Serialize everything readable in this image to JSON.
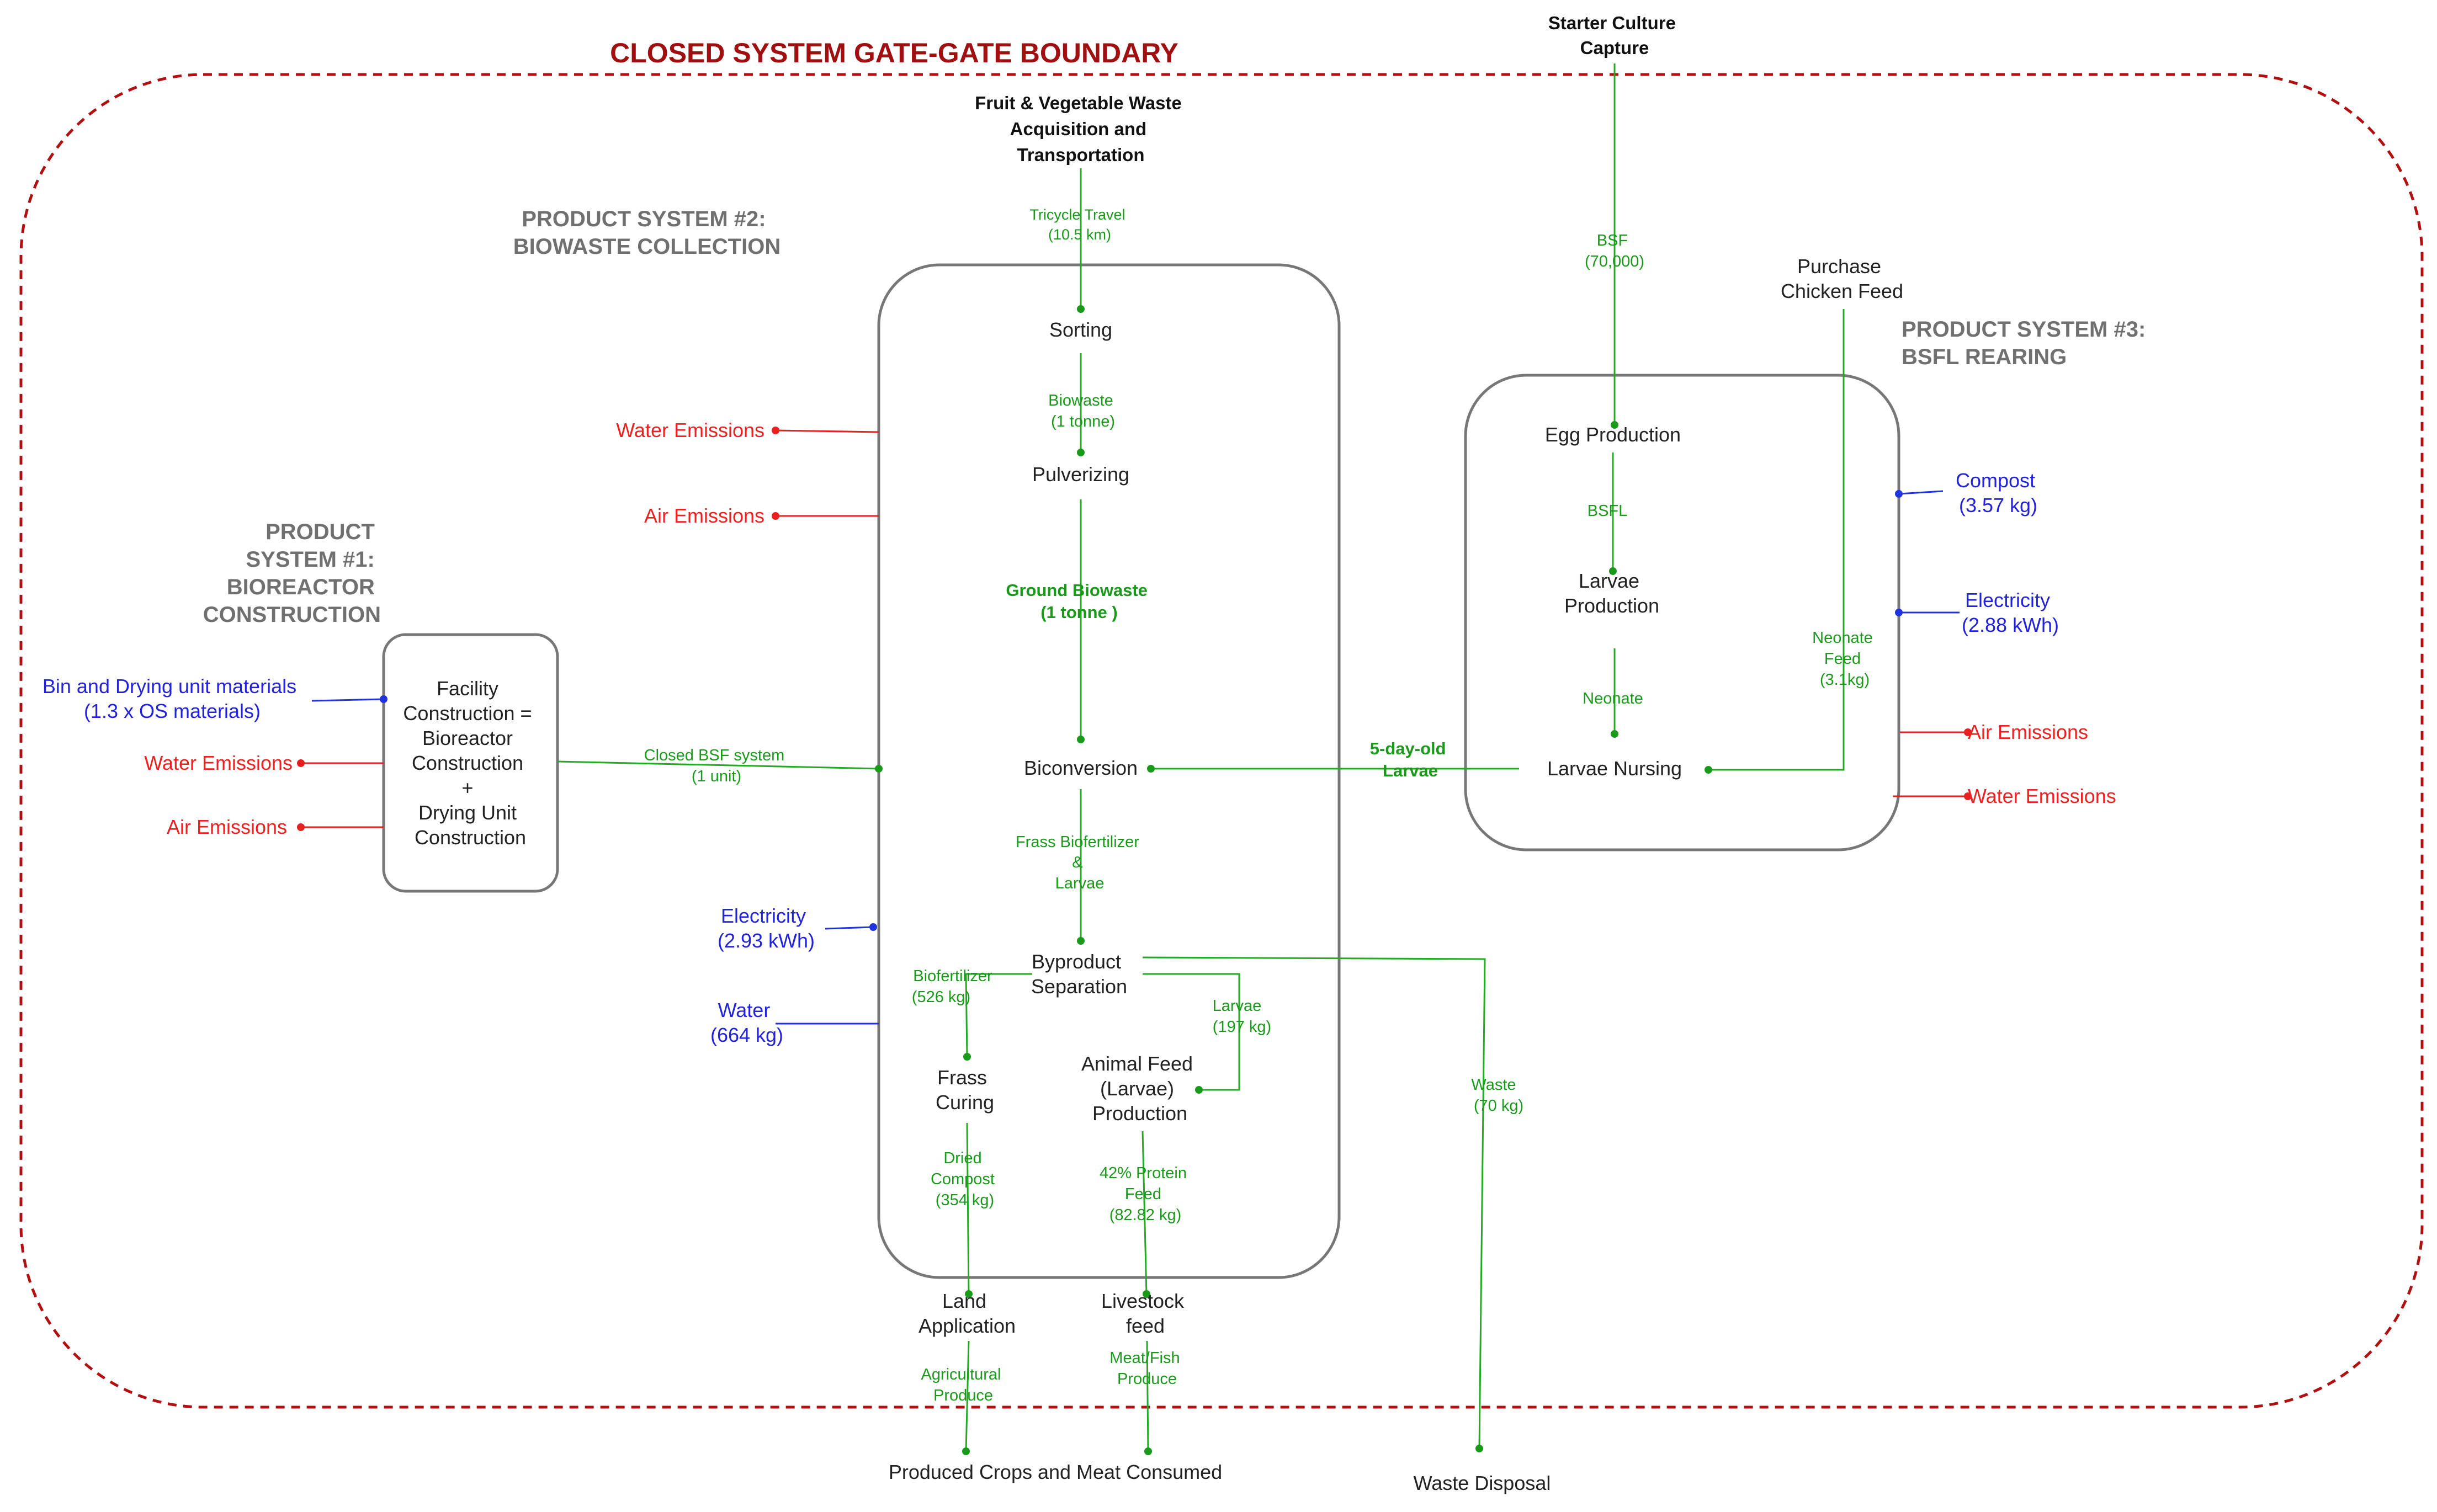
{
  "boundary_title": "CLOSED SYSTEM GATE-GATE BOUNDARY",
  "systems": {
    "ps1": [
      "PRODUCT",
      "SYSTEM #1:",
      "BIOREACTOR",
      "CONSTRUCTION"
    ],
    "ps2": [
      "PRODUCT SYSTEM #2:",
      "BIOWASTE COLLECTION"
    ],
    "ps3": [
      "PRODUCT SYSTEM #3:",
      "BSFL REARING"
    ]
  },
  "top_inputs": {
    "starter": [
      "Starter Culture",
      "Capture"
    ],
    "fruit": [
      "Fruit & Vegetable Waste",
      "Acquisition and",
      "Transportation"
    ],
    "purchase": [
      "Purchase",
      "Chicken Feed"
    ]
  },
  "processes": {
    "facility": [
      "Facility",
      "Construction =",
      "Bioreactor",
      "Construction",
      "+",
      "Drying Unit",
      "Construction"
    ],
    "sorting": "Sorting",
    "pulverizing": "Pulverizing",
    "bioconversion": "Biconversion",
    "byproduct": [
      "Byproduct",
      "Separation"
    ],
    "frass": [
      "Frass",
      "Curing"
    ],
    "animal_feed": [
      "Animal Feed",
      "(Larvae)",
      "Production"
    ],
    "egg": "Egg Production",
    "larvae_prod": [
      "Larvae",
      "Production"
    ],
    "nursing": "Larvae Nursing"
  },
  "outputs": {
    "land": [
      "Land",
      "Application"
    ],
    "livestock": [
      "Livestock",
      "feed"
    ],
    "crops": "Produced Crops and Meat Consumed",
    "waste_disposal": "Waste Disposal"
  },
  "flows": {
    "tricycle": [
      "Tricycle Travel",
      "(10.5 km)"
    ],
    "biowaste": [
      "Biowaste",
      "(1 tonne)"
    ],
    "ground": [
      "Ground Biowaste",
      "(1 tonne )"
    ],
    "frass_bio": [
      "Frass Biofertilizer",
      "&",
      "Larvae"
    ],
    "biofert": [
      "Biofertilizer",
      "(526 kg)"
    ],
    "larvae197": [
      "Larvae",
      "(197 kg)"
    ],
    "dried": [
      "Dried",
      "Compost",
      "(354 kg)"
    ],
    "protein": [
      "42% Protein",
      "Feed",
      "(82.82 kg)"
    ],
    "agri": [
      "Agricultural",
      "Produce"
    ],
    "meatfish": [
      "Meat/Fish",
      "Produce"
    ],
    "waste70": [
      "Waste",
      "(70 kg)"
    ],
    "closed_bsf": [
      "Closed BSF system",
      "(1 unit)"
    ],
    "bsf": [
      "BSF",
      "(70,000)"
    ],
    "bsfl": "BSFL",
    "neonate": "Neonate",
    "neonate_feed": [
      "Neonate",
      "Feed",
      "(3.1kg)"
    ],
    "fiveday": [
      "5-day-old",
      "Larvae"
    ]
  },
  "emissions": {
    "ps1_materials": [
      "Bin and Drying unit materials",
      "(1.3 x OS materials)"
    ],
    "ps1_water": "Water Emissions",
    "ps1_air": "Air Emissions",
    "ps2_water": "Water Emissions",
    "ps2_air": "Air Emissions",
    "ps2_electricity": [
      "Electricity",
      "(2.93 kWh)"
    ],
    "ps2_water_in": [
      "Water",
      "(664 kg)"
    ],
    "ps3_compost": [
      "Compost",
      "(3.57 kg)"
    ],
    "ps3_electricity": [
      "Electricity",
      "(2.88 kWh)"
    ],
    "ps3_air": "Air Emissions",
    "ps3_water": "Water Emissions"
  },
  "colors": {
    "flow": "#1a9a1a",
    "emission": "#ee2020",
    "resource": "#2222dd",
    "boundary": "#a01010",
    "system_label": "#707070"
  }
}
